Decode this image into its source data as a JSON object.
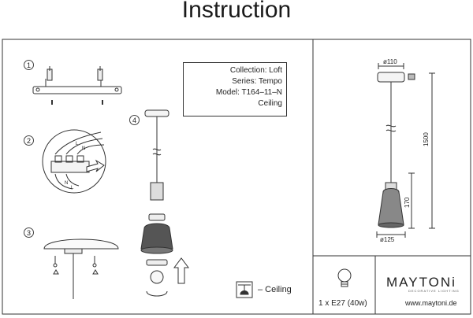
{
  "title": "Instruction",
  "info": {
    "collection": "Collection: Loft",
    "series": "Series: Tempo",
    "model": "Model: T164–11–N",
    "mount": "Ceiling"
  },
  "steps": [
    "1",
    "2",
    "3",
    "4"
  ],
  "wire_labels": [
    "L",
    "N",
    "L",
    "N"
  ],
  "mount_legend": "– Ceiling",
  "dimensions": {
    "canopy_diameter": "ø110",
    "total_height": "1500",
    "shade_height": "170",
    "shade_diameter": "ø125"
  },
  "bulb": "1 x E27 (40w)",
  "brand": {
    "name": "MAYTONi",
    "tagline": "DECORATIVE LIGHTING",
    "website": "www.maytoni.de"
  }
}
